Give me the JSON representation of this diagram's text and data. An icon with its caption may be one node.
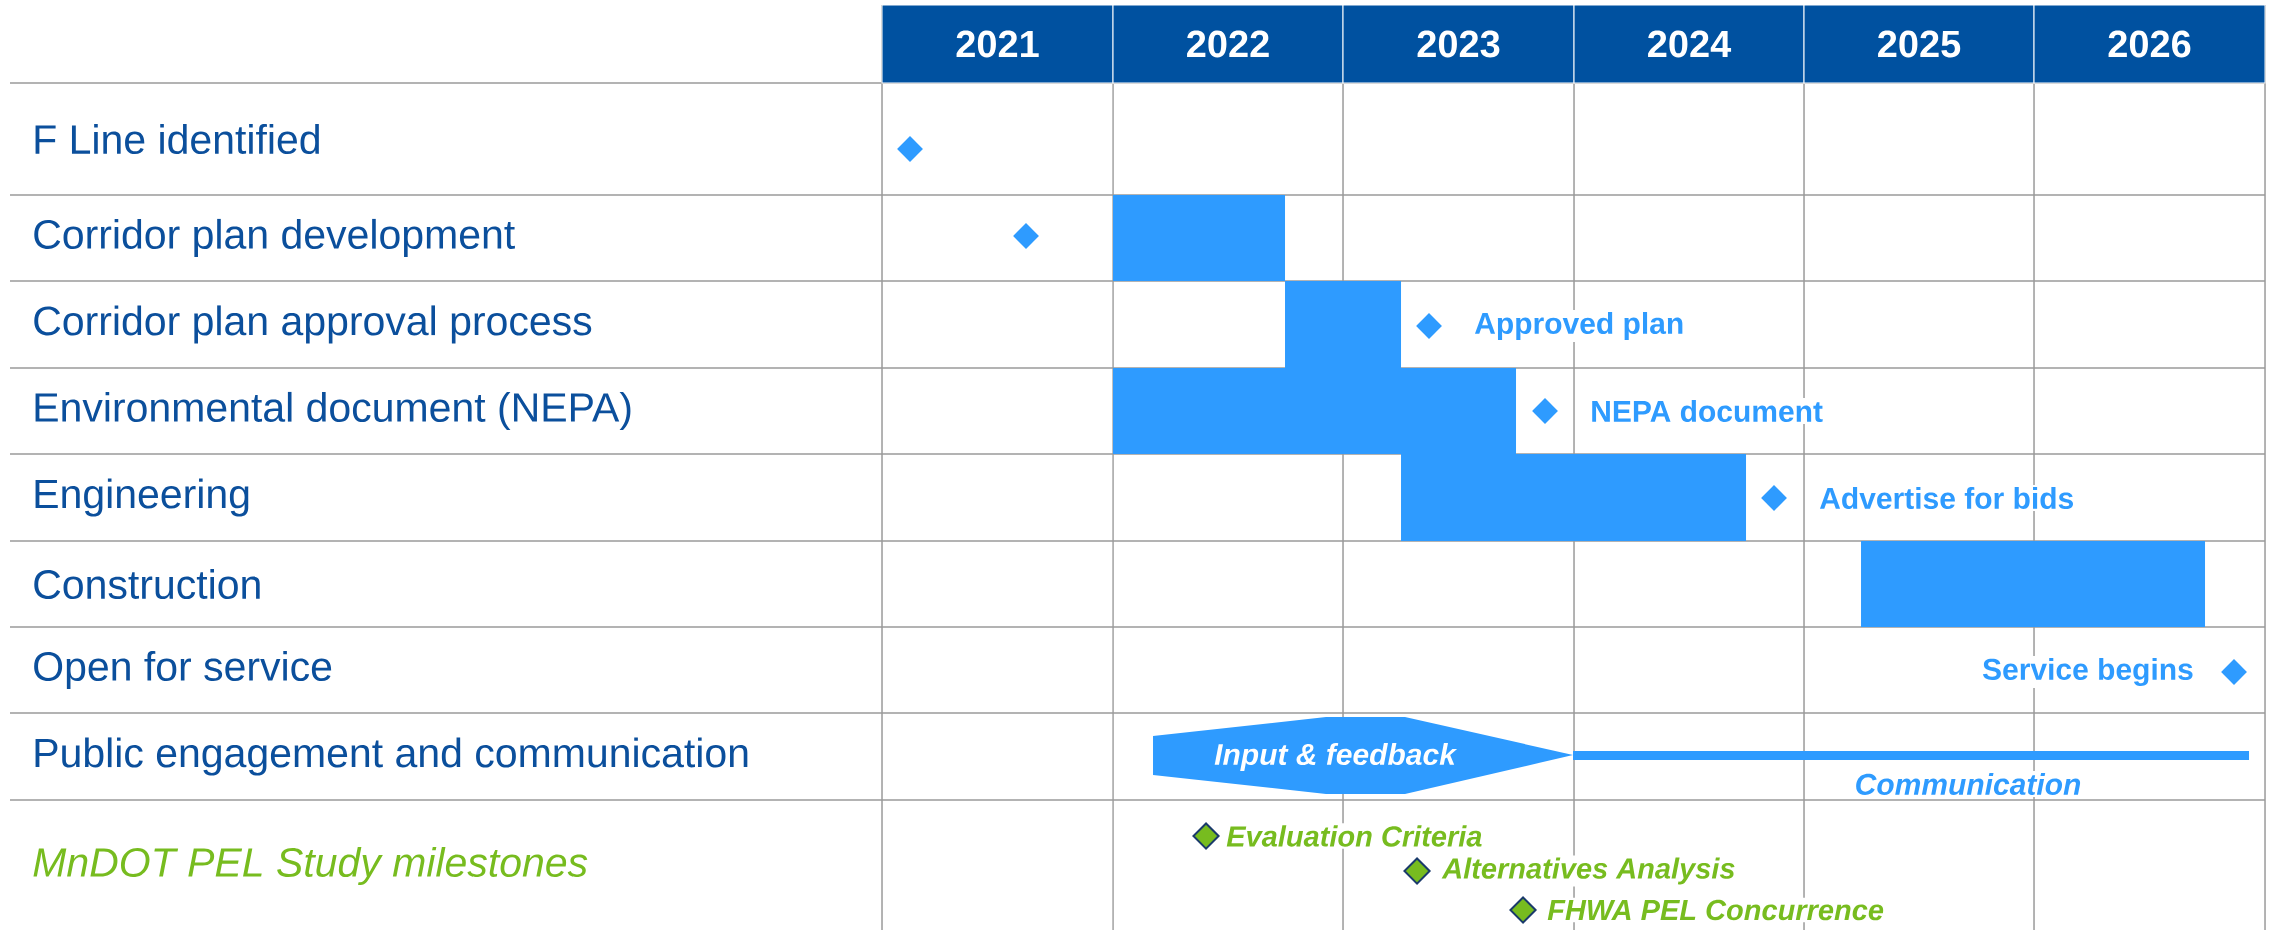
{
  "diagram": {
    "nodes": [
      {
        "text": [],
        "shape": "diamond"
      },
      {
        "text": [],
        "shape": "diamond"
      },
      {
        "text": [],
        "shape": "bar"
      },
      {
        "text": [],
        "shape": "bar"
      },
      {
        "text": [],
        "shape": "diamond",
        "beside": [
          "Approved plan"
        ]
      },
      {
        "text": [],
        "shape": "bar"
      },
      {
        "text": [],
        "shape": "diamond",
        "beside": [
          "NEPA document"
        ]
      },
      {
        "text": [],
        "shape": "bar"
      },
      {
        "text": [],
        "shape": "diamond",
        "beside": [
          "Advertise for bids"
        ]
      },
      {
        "text": [],
        "shape": "bar"
      },
      {
        "text": [],
        "shape": "diamond",
        "beside": [
          "Service begins"
        ]
      },
      {
        "text": [
          "Input & feedback"
        ]
      },
      {
        "text": [],
        "shape": "bar",
        "beside": [
          "Communication"
        ]
      },
      {
        "text": [],
        "shape": "diamond",
        "beside": [
          "Evaluation Criteria"
        ]
      },
      {
        "text": [],
        "shape": "diamond",
        "beside": [
          "Alternatives Analysis"
        ]
      },
      {
        "text": [],
        "shape": "diamond",
        "beside": [
          "FHWA PEL Concurrence"
        ]
      }
    ],
    "labels": [
      "2021",
      "2022",
      "2023",
      "2024",
      "2025",
      "2026",
      "F Line identified",
      "Corridor plan development",
      "Corridor plan approval process",
      "Environmental document (NEPA)",
      "Engineering",
      "Construction",
      "Open for service",
      "Public engagement and communication",
      "MnDOT PEL Study milestones"
    ]
  }
}
